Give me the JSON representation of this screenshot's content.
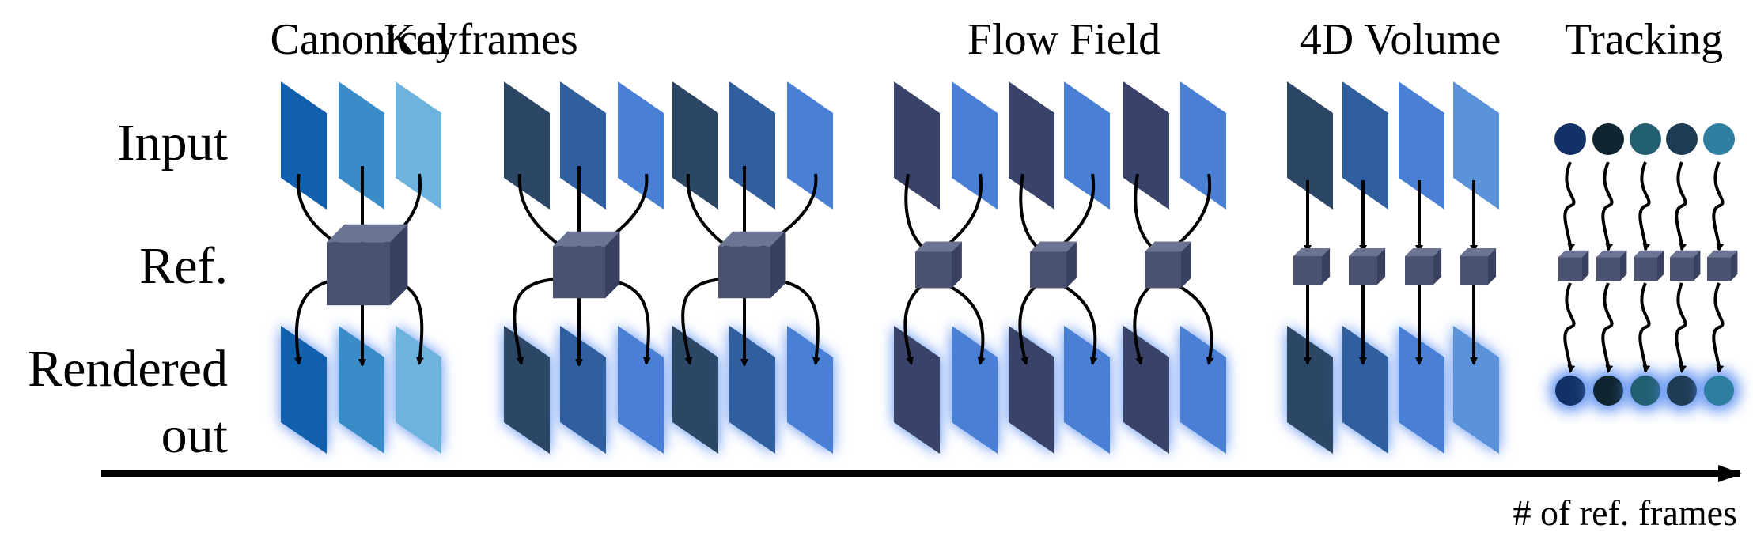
{
  "columns": [
    {
      "title": "Canonical"
    },
    {
      "title": "Keyframes"
    },
    {
      "title": "Flow Field"
    },
    {
      "title": "4D Volume"
    },
    {
      "title": "Tracking"
    }
  ],
  "rows": {
    "input": "Input",
    "ref": "Ref.",
    "rendered_line1": "Rendered",
    "rendered_line2": "out"
  },
  "axis": {
    "label": "# of ref. frames"
  },
  "colors": {
    "canonical_frames": [
      "#1160ad",
      "#3a8cc8",
      "#6db3de"
    ],
    "keyframes_frames": [
      "#2c4766",
      "#2f5f9e",
      "#4a7fd6",
      "#2c4766",
      "#2f5f9e",
      "#4a7fd6"
    ],
    "flow_frames": [
      "#394268",
      "#4a7fd6",
      "#394268",
      "#4a7fd6",
      "#394268",
      "#4a7fd6"
    ],
    "volume_frames": [
      "#2c4766",
      "#2f5f9e",
      "#4a7fd6",
      "#5b93db"
    ],
    "tracking_dots": [
      "#123267",
      "#0f2530",
      "#225f73",
      "#1e3b54",
      "#2e7ea0"
    ],
    "cube": "#4a5270",
    "glow": "#5b8ff0"
  }
}
